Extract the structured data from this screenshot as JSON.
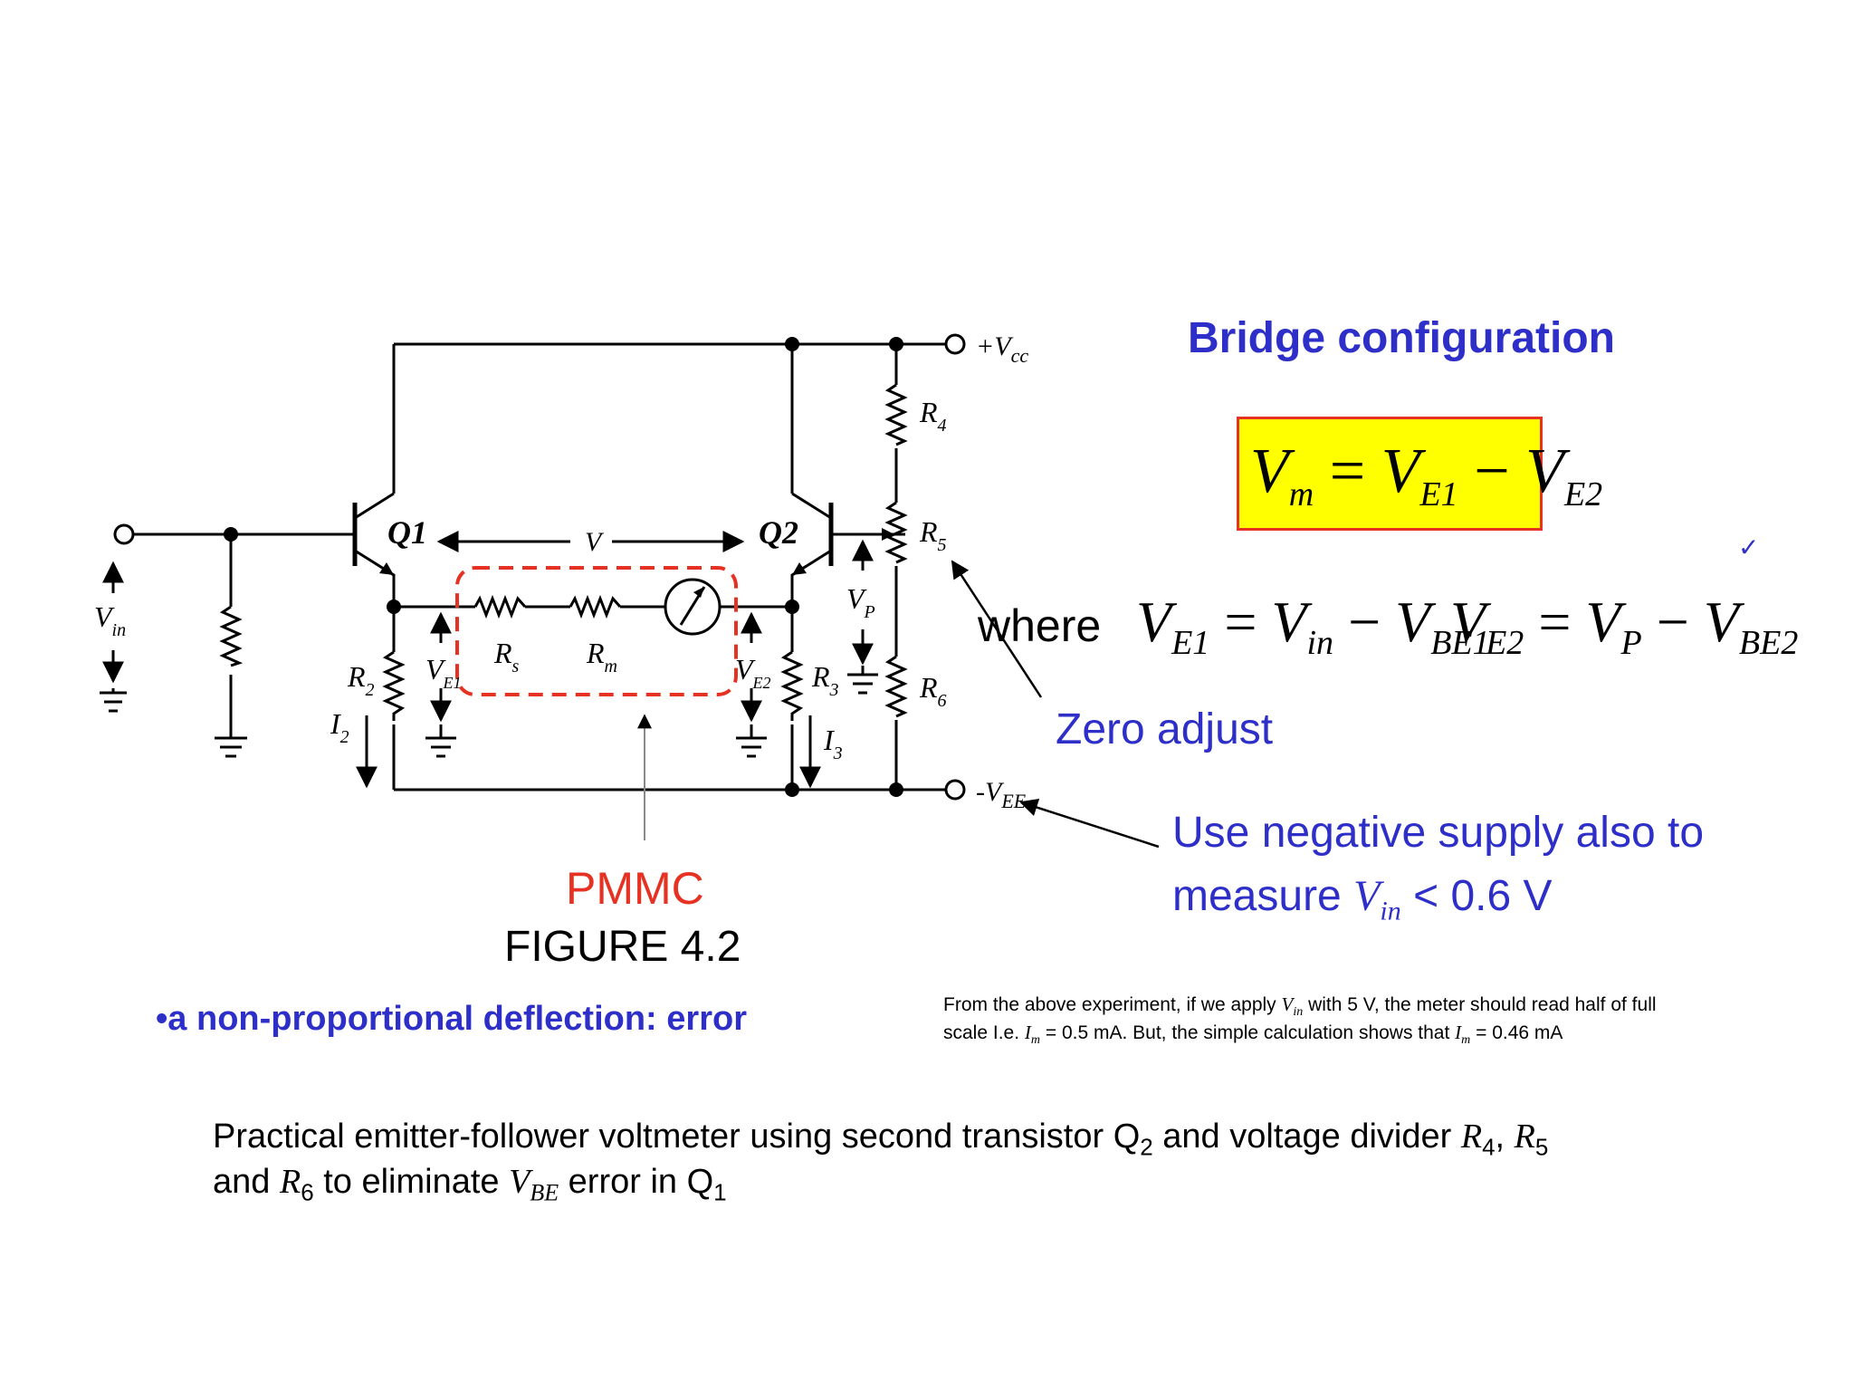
{
  "header": {
    "title": "Bridge configuration"
  },
  "formula_box": {
    "lhs": "V",
    "lhs_sub": "m",
    "eq": " = ",
    "t1": "V",
    "t1_sub": "E1",
    "minus": " − ",
    "t2": "V",
    "t2_sub": "E2",
    "background": "#ffff00",
    "border": "#e53222"
  },
  "checkmark": "✓",
  "where": {
    "label": "where",
    "e1": {
      "v": "V",
      "sub": "E1",
      "eq": " = ",
      "a": "V",
      "a_sub": "in",
      "minus": " − ",
      "b": "V",
      "b_sub": "BE1"
    },
    "e2": {
      "v": "V",
      "sub": "E2",
      "eq": " = ",
      "a": "V",
      "a_sub": "P",
      "minus": " − ",
      "b": "V",
      "b_sub": "BE2"
    }
  },
  "zero_adjust": "Zero adjust",
  "negative_supply": {
    "line1": "Use negative supply also to",
    "line2_pre": "measure ",
    "v": "V",
    "v_sub": "in",
    "line2_post": " < 0.6 V"
  },
  "circuit": {
    "vcc_label": "+V",
    "vcc_sub": "cc",
    "vee_label": "-V",
    "vee_sub": "EE",
    "q1": "Q1",
    "q2": "Q2",
    "v_label": "V",
    "vin": "V",
    "vin_sub": "in",
    "r2": "R",
    "r2_sub": "2",
    "r3": "R",
    "r3_sub": "3",
    "r4": "R",
    "r4_sub": "4",
    "r5": "R",
    "r5_sub": "5",
    "r6": "R",
    "r6_sub": "6",
    "rs": "R",
    "rs_sub": "s",
    "rm": "R",
    "rm_sub": "m",
    "i2": "I",
    "i2_sub": "2",
    "i3": "I",
    "i3_sub": "3",
    "ve1": "V",
    "ve1_sub": "E1",
    "ve2": "V",
    "ve2_sub": "E2",
    "vp": "V",
    "vp_sub": "P",
    "pmmc_color": "#e53222"
  },
  "pmmc_label": "PMMC",
  "figure_label": "FIGURE 4.2",
  "bullet": "•a non-proportional deflection: error",
  "experiment": {
    "p1": "From the above experiment, if we apply ",
    "v": "V",
    "v_sub": "in",
    "p2": " with 5 V, the meter should read half of full",
    "p3": "scale I.e. ",
    "i1": "I",
    "i1_sub": "m",
    "p4": " = 0.5 mA. But, the simple calculation shows that ",
    "i2": "I",
    "i2_sub": "m",
    "p5": " = 0.46 mA"
  },
  "caption": {
    "p1": "Practical emitter-follower voltmeter using second transistor Q",
    "q2_sub": "2",
    "p2": " and voltage divider ",
    "r4": "R",
    "r4_sub": "4",
    "c1": ", ",
    "r5": "R",
    "r5_sub": "5",
    "p3": "and ",
    "r6": "R",
    "r6_sub": "6",
    "p4": " to eliminate ",
    "vbe": "V",
    "vbe_sub": "BE",
    "p5": " error in Q",
    "q1_sub": "1"
  }
}
